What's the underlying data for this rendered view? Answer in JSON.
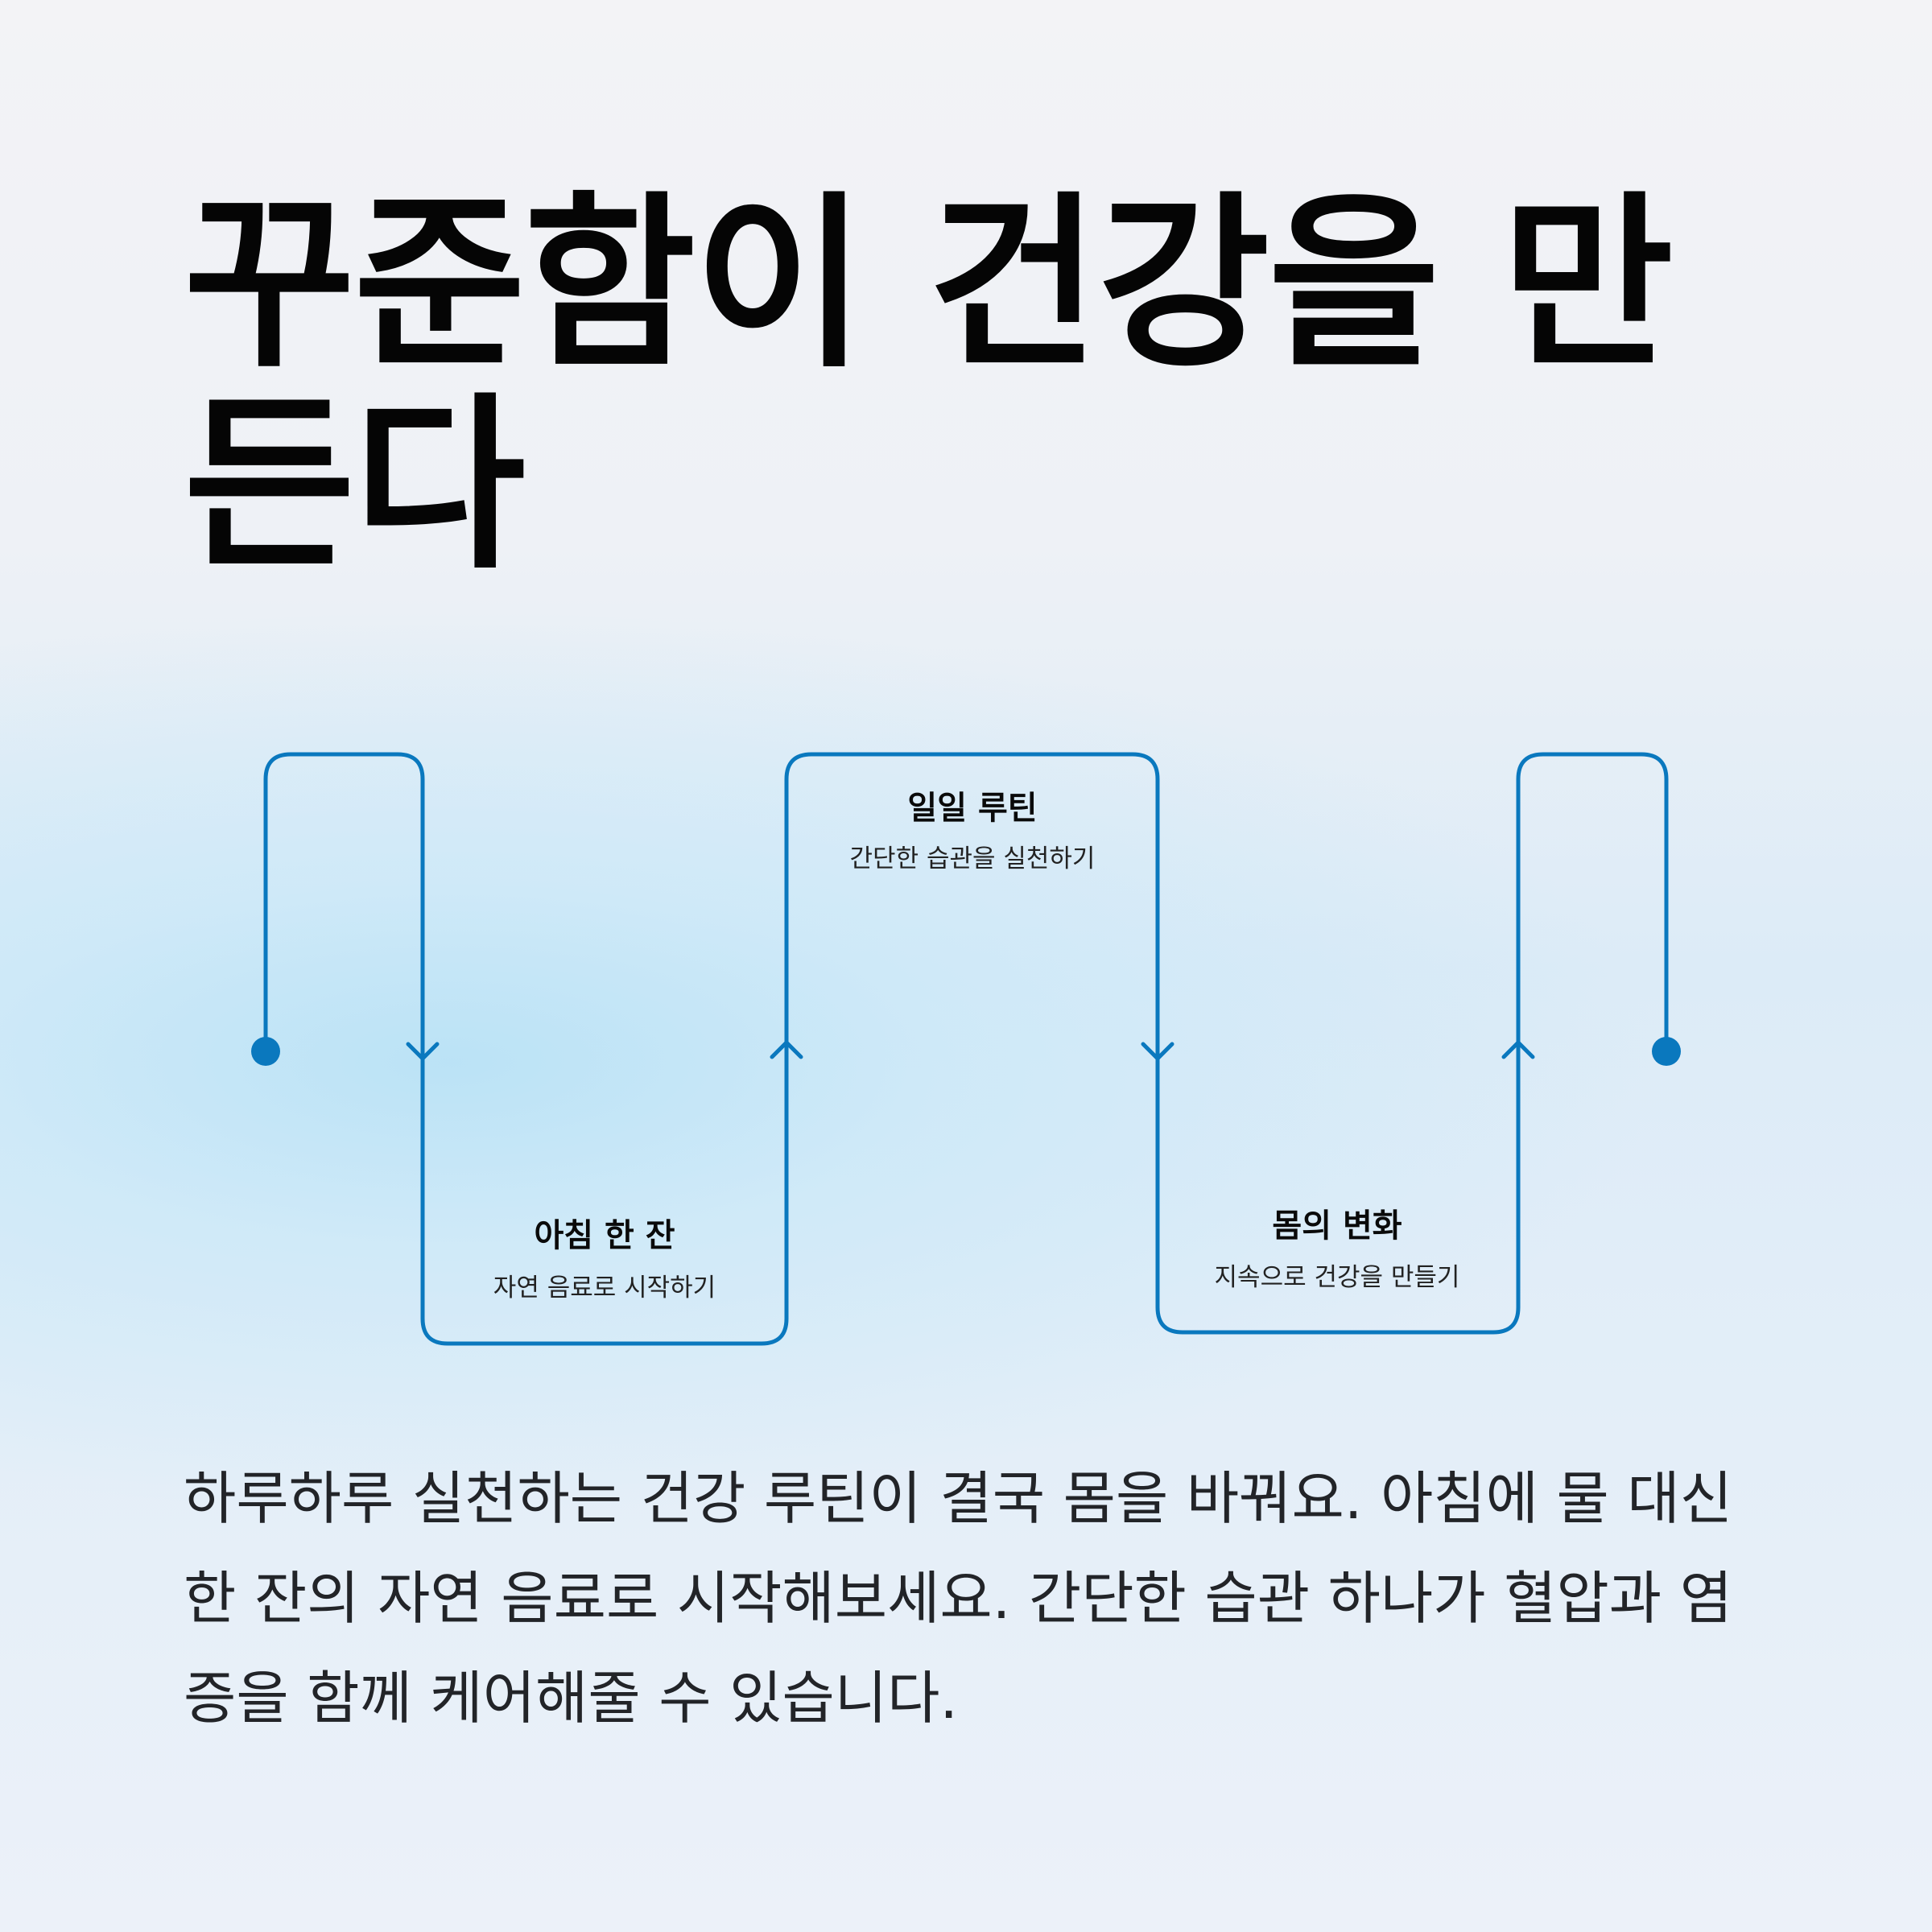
{
  "title": "꾸준함이 건강을 만든다",
  "steps": [
    {
      "title": "아침 한 잔",
      "description": "자연 음료로 시작하기"
    },
    {
      "title": "일일 루틴",
      "description": "간단한 습관을 실천하기"
    },
    {
      "title": "몸의 변화",
      "description": "지속으로 건강을 만들기"
    }
  ],
  "body": "하루하루 실천하는 건강 루틴이 결국 몸을 바꿔요. 아침에 물 대신 한 잔의 자연 음료로 시작해보세요. 간단한 습관 하나가 혈압과 염증을 함께 케어해줄 수 있습니다.",
  "colors": {
    "line": "#0a78be",
    "title": "#050505",
    "body": "#222428"
  }
}
